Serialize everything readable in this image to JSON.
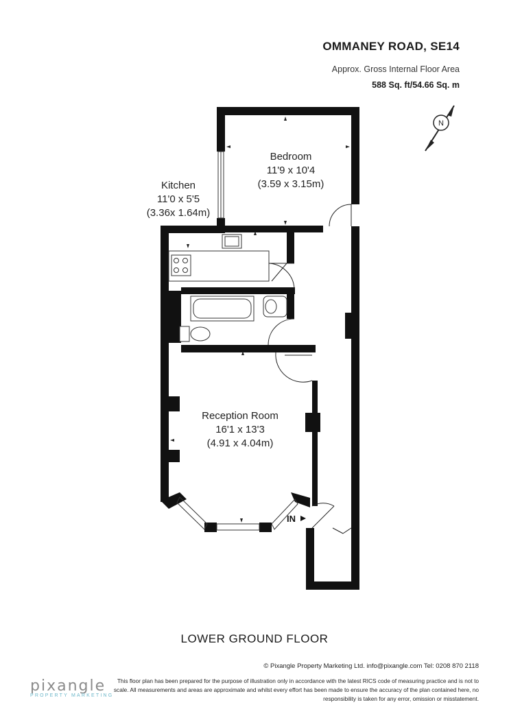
{
  "header": {
    "title": "OMMANEY ROAD, SE14",
    "area_label": "Approx. Gross Internal Floor Area",
    "area_value": "588 Sq. ft/54.66 Sq. m"
  },
  "compass": {
    "letter": "N",
    "icon": "compass-icon"
  },
  "rooms": [
    {
      "name": "Bedroom",
      "imperial": "11'9 x 10'4",
      "metric": "(3.59 x 3.15m)"
    },
    {
      "name": "Kitchen",
      "imperial": "11'0 x 5'5",
      "metric": "(3.36x 1.64m)"
    },
    {
      "name": "Reception Room",
      "imperial": "16'1 x 13'3",
      "metric": "(4.91 x 4.04m)"
    }
  ],
  "entrance_label": "IN",
  "floor_name": "LOWER GROUND FLOOR",
  "footer": {
    "credit": "© Pixangle Property Marketing Ltd. info@pixangle.com Tel: 0208 870 2118",
    "disclaimer": "This floor plan has been prepared for the purpose of illustration only in accordance with the latest RICS code of measuring practice and is not to scale. All measurements and areas are approximate and whilst every effort has been made to ensure the accuracy of the plan contained here, no responsibility is taken for any error, omission or misstatement.",
    "logo_name": "pixangle",
    "logo_tag": "PROPERTY MARKETING"
  }
}
